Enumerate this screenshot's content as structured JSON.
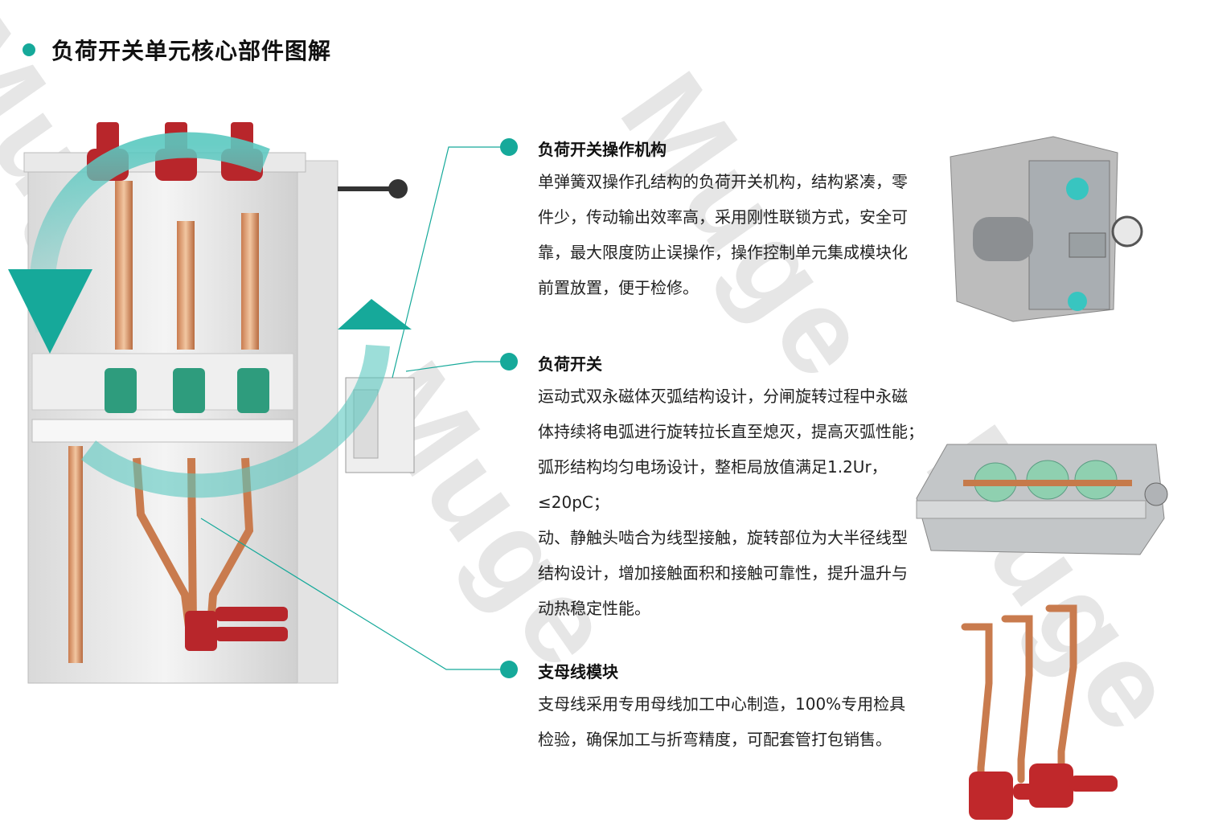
{
  "page": {
    "title": "负荷开关单元核心部件图解",
    "watermark": "Muge",
    "accent_color": "#16a99a"
  },
  "sections": [
    {
      "title": "负荷开关操作机构",
      "paragraphs": [
        "单弹簧双操作孔结构的负荷开关机构，结构紧凑，零件少，传动输出效率高，采用刚性联锁方式，安全可靠，最大限度防止误操作，操作控制单元集成模块化前置放置，便于检修。"
      ]
    },
    {
      "title": "负荷开关",
      "paragraphs": [
        "运动式双永磁体灭弧结构设计，分闸旋转过程中永磁体持续将电弧进行旋转拉长直至熄灭，提高灭弧性能；　弧形结构均匀电场设计，整柜局放值满足1.2Ur，≤20pC；",
        "动、静触头啮合为线型接触，旋转部位为大半径线型结构设计，增加接触面积和接触可靠性，提升温升与动热稳定性能。"
      ]
    },
    {
      "title": "支母线模块",
      "paragraphs": [
        "支母线采用专用母线加工中心制造，100%专用检具检验，确保加工与折弯精度，可配套管打包销售。"
      ]
    }
  ],
  "images": {
    "cabinet": "load-switch-cabinet-cutaway",
    "mechanism": "load-switch-operating-mechanism",
    "switch": "load-switch-assembly",
    "busbar": "branch-busbar-module"
  }
}
